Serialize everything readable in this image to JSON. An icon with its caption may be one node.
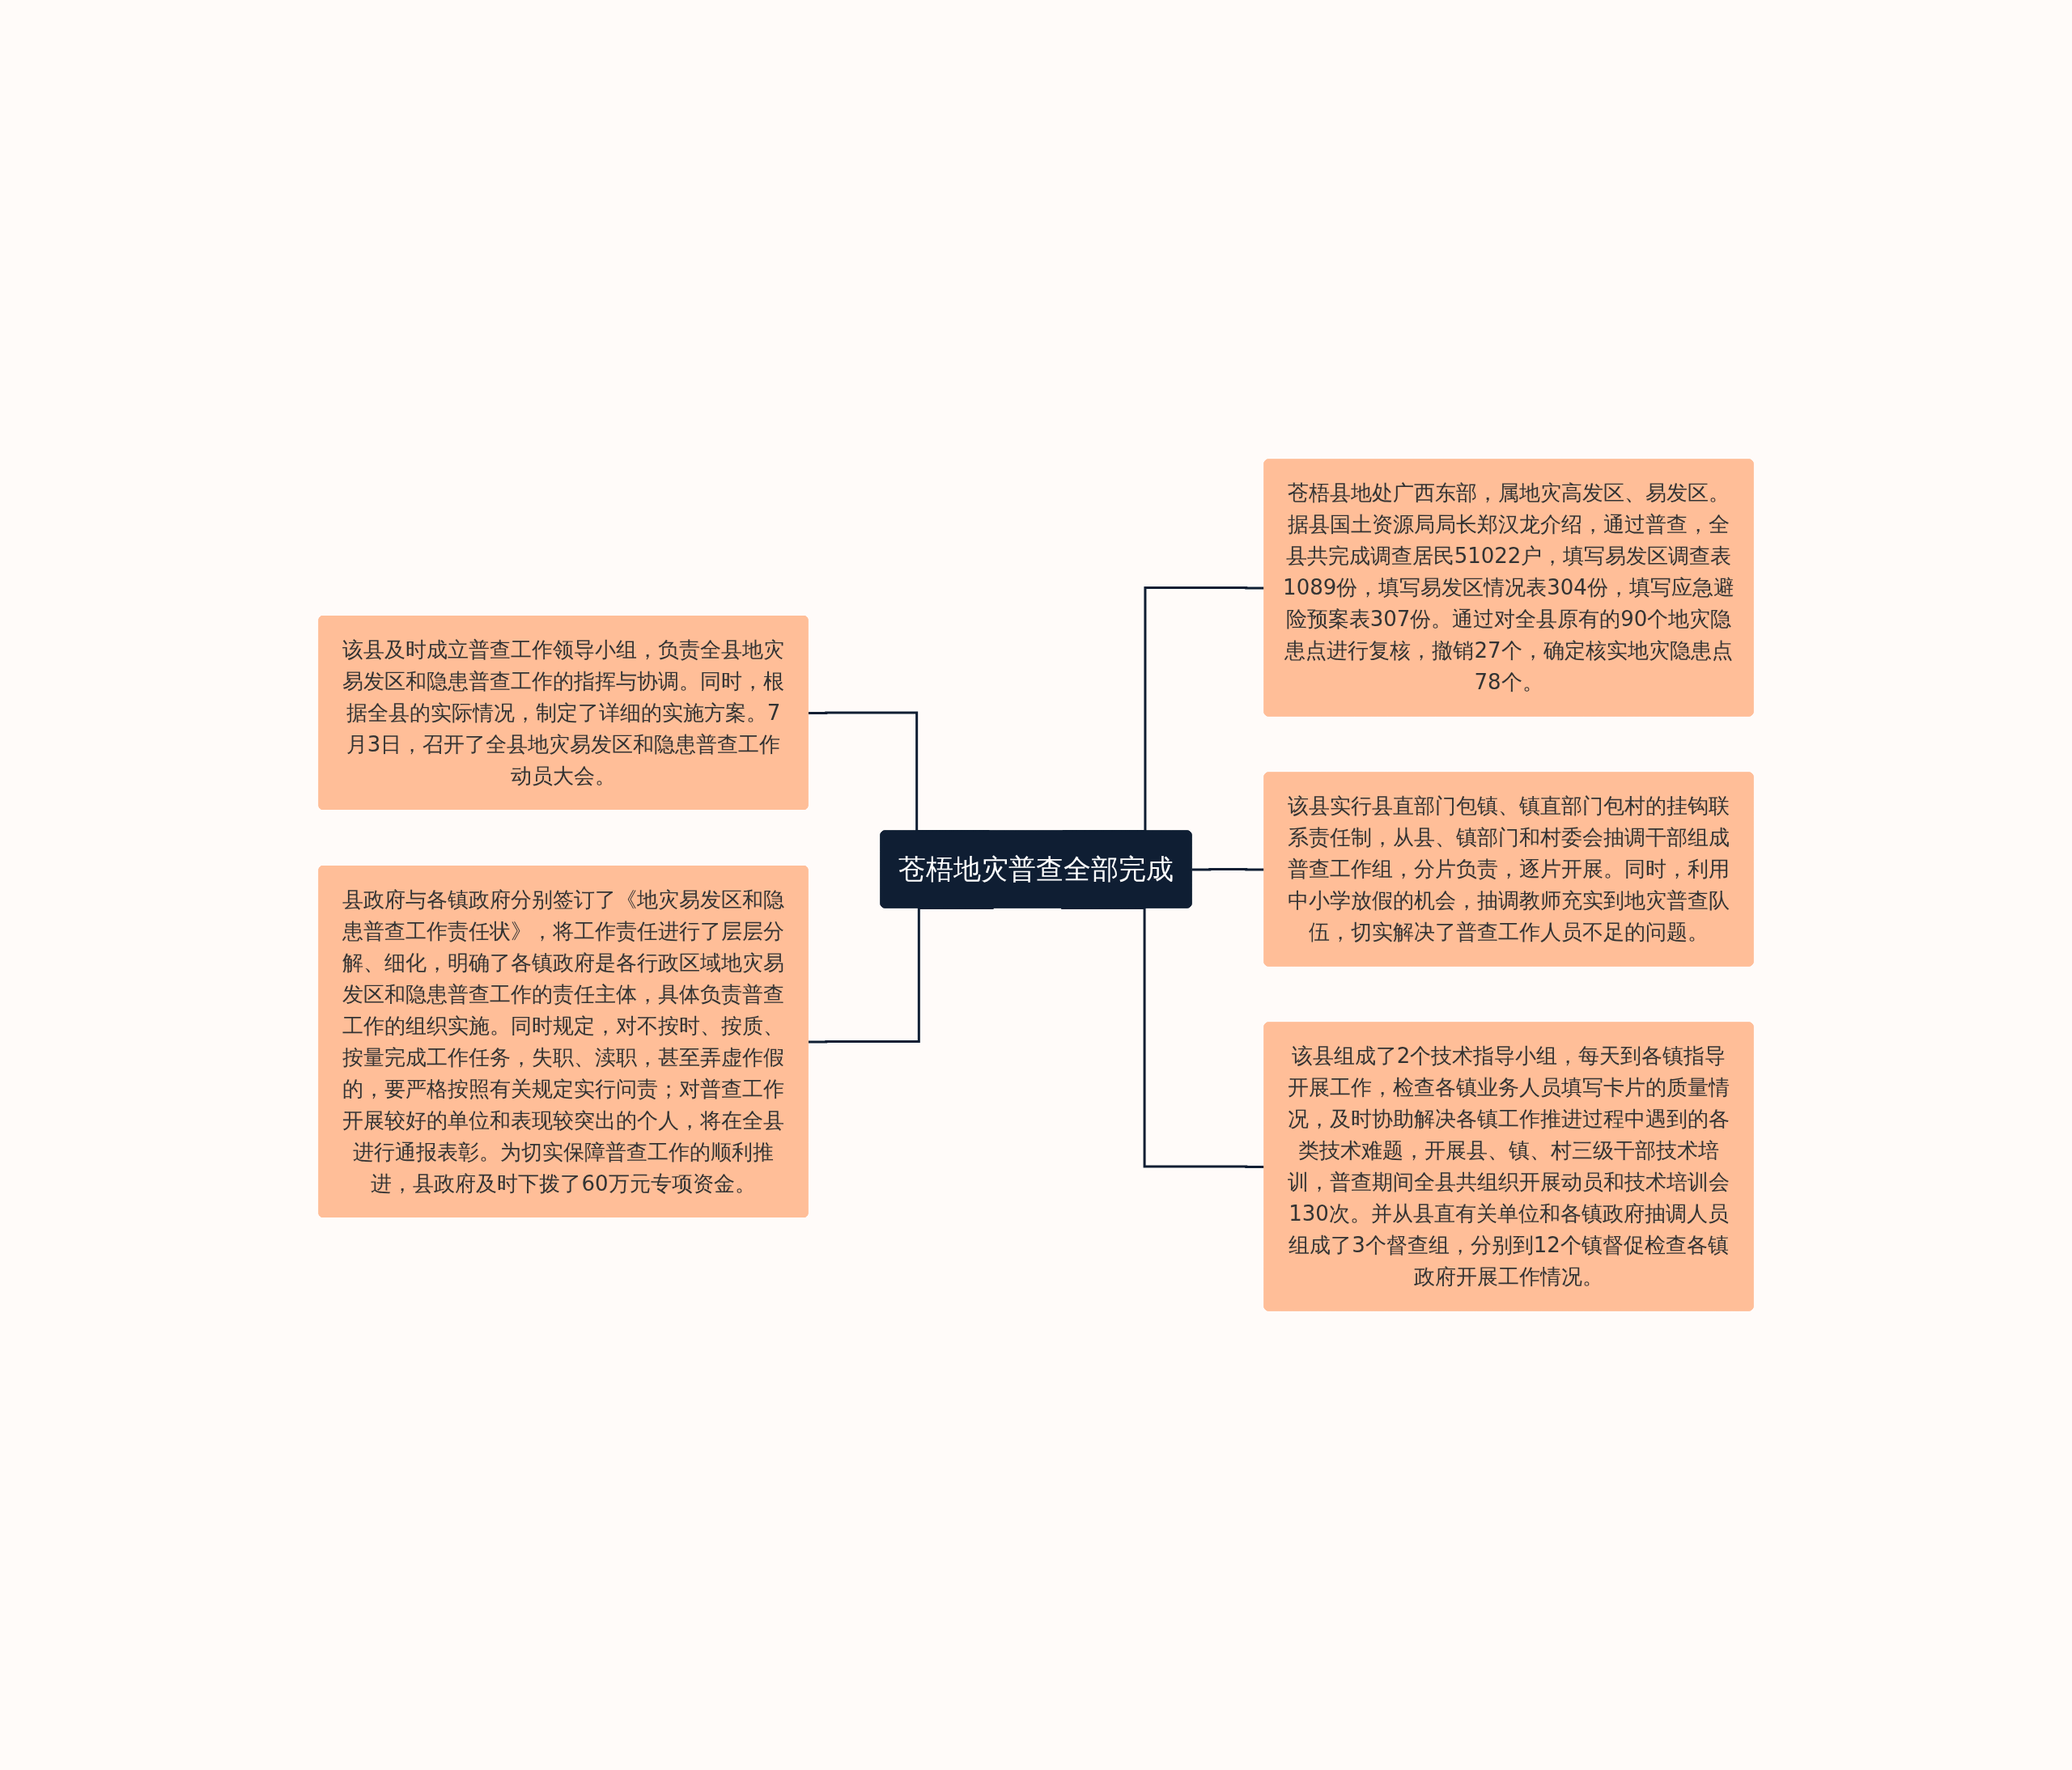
{
  "diagram": {
    "nodes": [
      {
        "text": [
          "苍梧地灾普查全部完成"
        ]
      },
      {
        "text": [
          "该县及时成立普查工作领导小组，负责全县地灾易发区和隐患普查工作的指挥与协调。同时，根据全县的实际情况，制定了详细的实施方案。7月3日，召开了全县地灾易发区和隐患普查工作动员大会。"
        ]
      },
      {
        "text": [
          "县政府与各镇政府分别签订了《地灾易发区和隐患普查工作责任状》，将工作责任进行了层层分解、细化，明确了各镇政府是各行政区域地灾易发区和隐患普查工作的责任主体，具体负责普查工作的组织实施。同时规定，对不按时、按质、按量完成工作任务，失职、渎职，甚至弄虚作假的，要严格按照有关规定实行问责；对普查工作开展较好的单位和表现较突出的个人，将在全县进行通报表彰。为切实保障普查工作的顺利推进，县政府及时下拨了60万元专项资金。"
        ]
      },
      {
        "text": [
          "苍梧县地处广西东部，属地灾高发区、易发区。据县国土资源局局长郑汉龙介绍，通过普查，全县共完成调查居民51022户，填写易发区调查表1089份，填写易发区情况表304份，填写应急避险预案表307份。通过对全县原有的90个地灾隐患点进行复核，撤销27个，确定核实地灾隐患点78个。"
        ]
      },
      {
        "text": [
          "该县实行县直部门包镇、镇直部门包村的挂钩联系责任制，从县、镇部门和村委会抽调干部组成普查工作组，分片负责，逐片开展。同时，利用中小学放假的机会，抽调教师充实到地灾普查队伍，切实解决了普查工作人员不足的问题。"
        ]
      },
      {
        "text": [
          "该县组成了2个技术指导小组，每天到各镇指导开展工作，检查各镇业务人员填写卡片的质量情况，及时协助解决各镇工作推进过程中遇到的各类技术难题，开展县、镇、村三级干部技术培训，普查期间全县共组织开展动员和技术培训会130次。并从县直有关单位和各镇政府抽调人员组成了3个督查组，分别到12个镇督促检查各镇政府开展工作情况。"
        ]
      }
    ],
    "edges": [
      {
        "from": 1,
        "to": 0,
        "arrow": "none"
      },
      {
        "from": 2,
        "to": 0,
        "arrow": "none"
      },
      {
        "from": 0,
        "to": 3,
        "arrow": "none"
      },
      {
        "from": 0,
        "to": 4,
        "arrow": "none"
      },
      {
        "from": 0,
        "to": 5,
        "arrow": "none"
      }
    ]
  }
}
